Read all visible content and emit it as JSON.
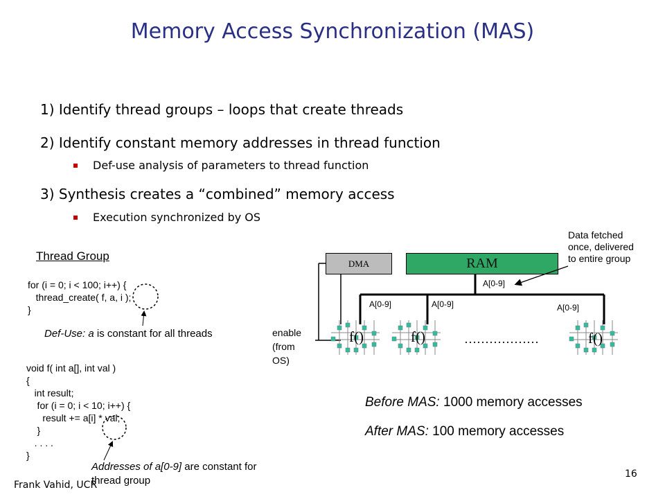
{
  "slide": {
    "title": "Memory Access Synchronization (MAS)",
    "page_number": "16",
    "author": "Frank Vahid, UCR"
  },
  "steps": [
    {
      "text": "1) Identify thread groups – loops that create threads"
    },
    {
      "text": "2) Identify constant memory addresses in thread function",
      "sub": "Def-use analysis of parameters to thread function"
    },
    {
      "text": "3) Synthesis creates a “combined” memory access",
      "sub": "Execution synchronized by OS"
    }
  ],
  "thread_group": {
    "heading": "Thread Group",
    "code": [
      "for (i = 0; i < 100; i++) {",
      "   thread_create( f, a, i );",
      "}"
    ],
    "note_prefix": "Def-Use: a",
    "note_suffix": " is constant for all threads"
  },
  "function_code": {
    "lines": [
      "void f( int a[], int val )",
      "{",
      "   int result;",
      "    for (i = 0; i < 10; i++) {",
      "      result += a[i] * val;",
      "    }",
      "   . . . .",
      "}"
    ],
    "note_prefix": "Addresses of a[0-9]",
    "note_suffix": " are constant for",
    "note_line2": "thread group"
  },
  "diagram": {
    "dma_label": "DMA",
    "ram_label": "RAM",
    "fetch_note": [
      "Data fetched",
      "once, delivered",
      "to entire group"
    ],
    "bus_label": "A[0-9]",
    "branch_labels": [
      "A[0-9]",
      "A[0-9]",
      "A[0-9]"
    ],
    "enable_note": [
      "enable",
      "(from",
      "OS)"
    ],
    "func_labels": [
      "f()",
      "f()",
      "f()"
    ],
    "ellipsis": "………………",
    "colors": {
      "ram_fill": "#2fa866",
      "dma_fill": "#bcbcbc",
      "chip_pin": "#2fbfa0",
      "chip_wire": "#888888"
    }
  },
  "results": {
    "before_label": "Before MAS:",
    "before_value": " 1000 memory accesses",
    "after_label": "After MAS:",
    "after_value": " 100 memory accesses"
  }
}
